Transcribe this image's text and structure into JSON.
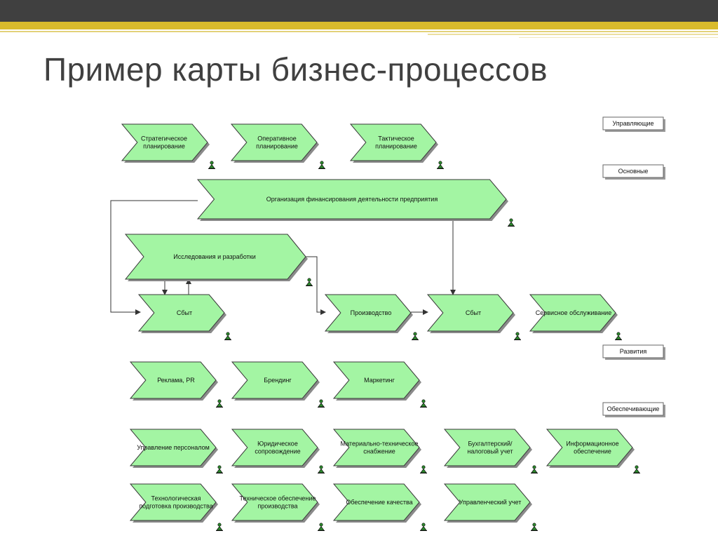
{
  "title": "Пример карты бизнес-процессов",
  "categories": {
    "managing": "Управляющие",
    "core": "Основные",
    "development": "Развития",
    "support": "Обеспечивающие"
  },
  "processes": {
    "p_strategic": [
      "Стратегическое",
      "планирование"
    ],
    "p_operational": [
      "Оперативное",
      "планирование"
    ],
    "p_tactical": [
      "Тактическое",
      "планирование"
    ],
    "p_financing": [
      "Организация финансирования деятельности предприятия"
    ],
    "p_research": [
      "Исследования и разработки"
    ],
    "p_sales1": [
      "Сбыт"
    ],
    "p_production": [
      "Производство"
    ],
    "p_sales2": [
      "Сбыт"
    ],
    "p_service": [
      "Сервисное обслуживание"
    ],
    "p_ads": [
      "Реклама, PR"
    ],
    "p_branding": [
      "Брендинг"
    ],
    "p_marketing": [
      "Маркетинг"
    ],
    "p_hr": [
      "Управление персоналом"
    ],
    "p_legal": [
      "Юридическое",
      "сопровождение"
    ],
    "p_supply": [
      "Материально-техническое",
      "снабжение"
    ],
    "p_accounting": [
      "Бухгалтерский/",
      "налоговый учет"
    ],
    "p_it": [
      "Информационное",
      "обеспечение"
    ],
    "p_techprep": [
      "Технологическая",
      "подготовка производства"
    ],
    "p_techsupport": [
      "Техническое обеспечение",
      "производства"
    ],
    "p_quality": [
      "Обеспечение качества"
    ],
    "p_mgmtacc": [
      "Управленческий учет"
    ]
  },
  "colors": {
    "shape_fill": "#a3f5a3",
    "shape_stroke": "#3a3a3a",
    "shadow": "#8a8a8a",
    "title": "#404040",
    "topbar": "#404040",
    "accent": "#d9bb2c"
  },
  "icon": "owner-person-icon"
}
